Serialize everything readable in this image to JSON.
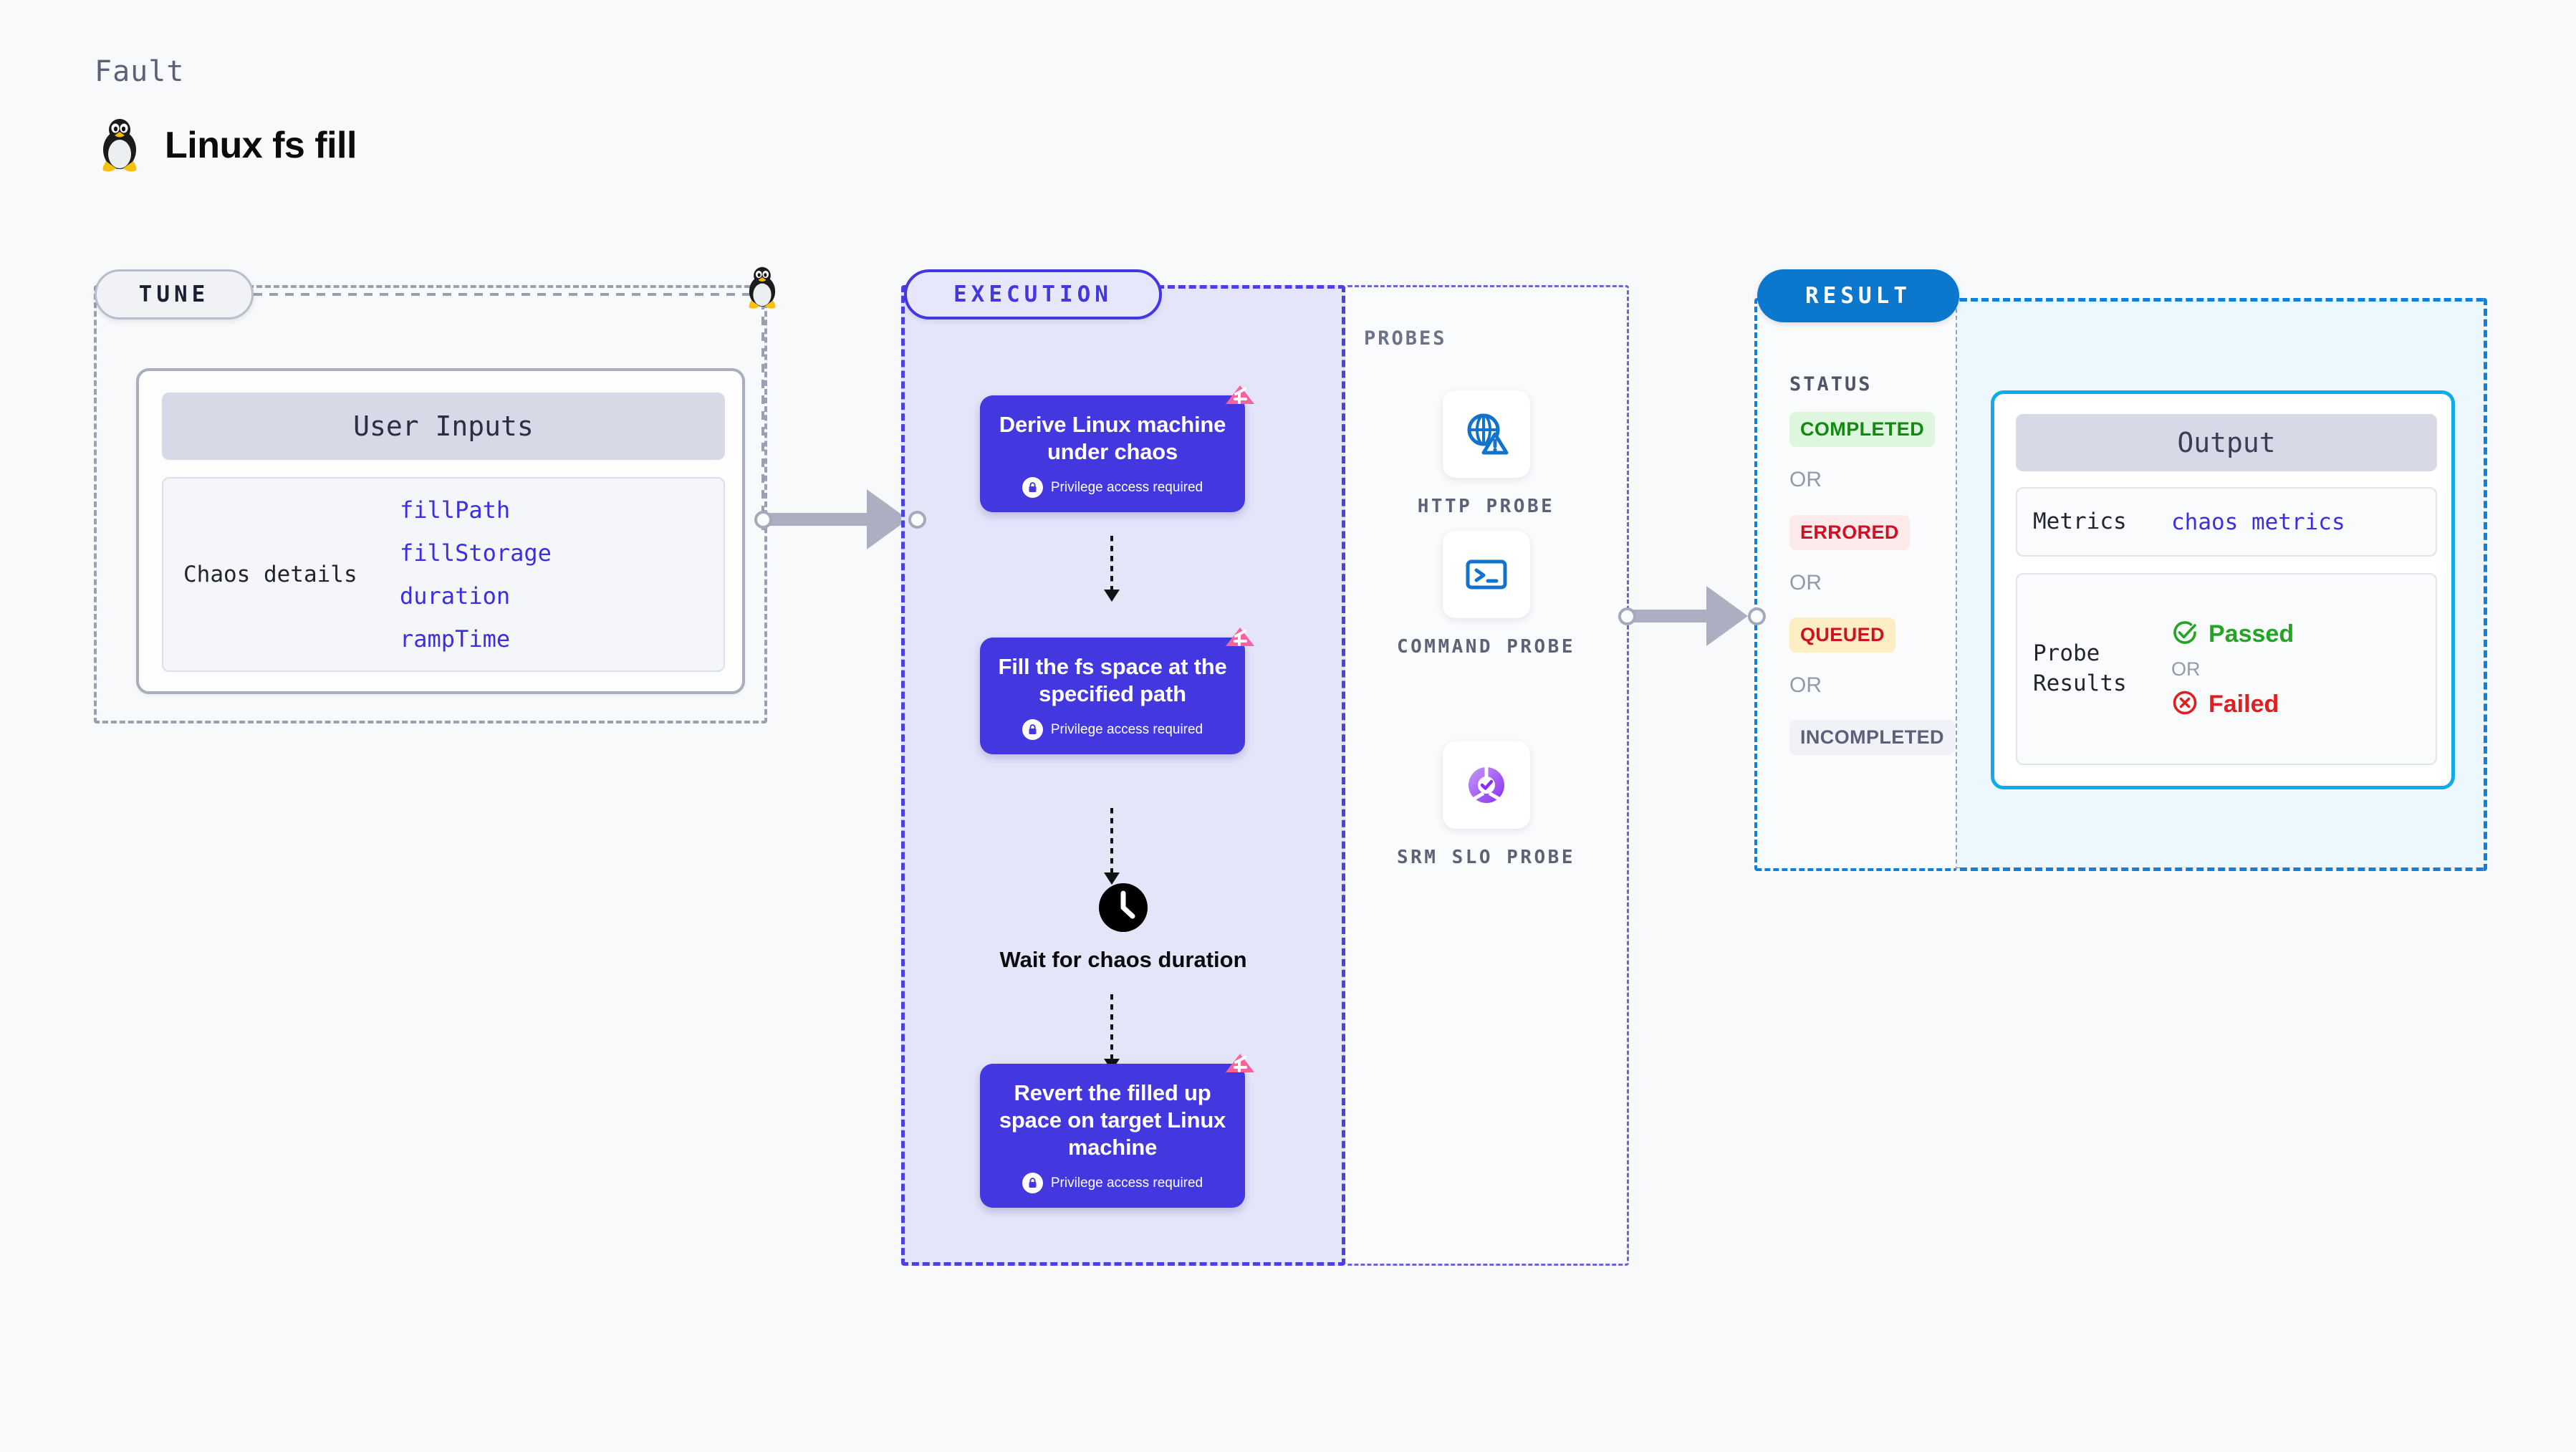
{
  "header": {
    "kicker": "Fault",
    "title": "Linux fs fill",
    "icon": "linux-penguin-icon"
  },
  "tune": {
    "pill_label": "TUNE",
    "card": {
      "header": "User Inputs",
      "row_label": "Chaos details",
      "params": [
        "fillPath",
        "fillStorage",
        "duration",
        "rampTime"
      ]
    }
  },
  "execution": {
    "pill_label": "EXECUTION",
    "privilege_note": "Privilege access required",
    "steps": [
      {
        "title": "Derive Linux machine under chaos",
        "privileged": true,
        "badge": "chaos-badge-icon"
      },
      {
        "title": "Fill the fs space at the specified path",
        "privileged": true,
        "badge": "chaos-badge-icon"
      }
    ],
    "wait": {
      "label": "Wait for chaos duration",
      "icon": "clock-icon"
    },
    "final_step": {
      "title": "Revert the filled up space on target Linux machine",
      "privileged": true,
      "badge": "chaos-badge-icon"
    }
  },
  "probes": {
    "title": "PROBES",
    "items": [
      {
        "label": "HTTP PROBE",
        "icon": "globe-warning-icon"
      },
      {
        "label": "COMMAND PROBE",
        "icon": "terminal-icon"
      },
      {
        "label": "SRM SLO PROBE",
        "icon": "slo-donut-check-icon"
      }
    ]
  },
  "result": {
    "pill_label": "RESULT",
    "status_title": "STATUS",
    "or_label": "OR",
    "statuses": [
      {
        "label": "COMPLETED",
        "color": "#128a12",
        "bg": "#ddf6dd"
      },
      {
        "label": "ERRORED",
        "color": "#cf1124",
        "bg": "#fdeaea"
      },
      {
        "label": "QUEUED",
        "color": "#cf1124",
        "bg": "#fdeec4"
      },
      {
        "label": "INCOMPLETED",
        "color": "#5b6178",
        "bg": "#f1f2f7"
      }
    ],
    "output": {
      "header": "Output",
      "metrics_label": "Metrics",
      "metrics_value": "chaos metrics",
      "probe_results_label": "Probe Results",
      "passed_label": "Passed",
      "failed_label": "Failed",
      "or_label": "OR",
      "passed_icon": "check-circle-icon",
      "failed_icon": "x-circle-icon"
    }
  },
  "colors": {
    "accent_violet": "#4338e0",
    "accent_blue": "#1280d8",
    "accent_cyan": "#12aaea",
    "chaos_pink": "#f9639d",
    "passed_green": "#22a522",
    "failed_red": "#e02020"
  }
}
